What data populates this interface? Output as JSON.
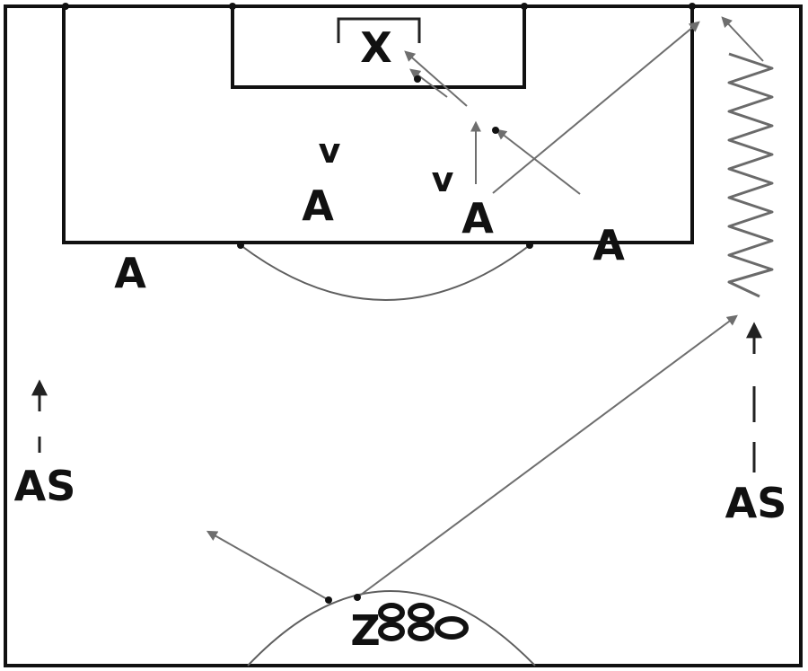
{
  "players": {
    "a_left": "A",
    "a_center": "A",
    "a_goal": "A",
    "a_right": "A",
    "as_left": "AS",
    "as_right": "AS",
    "v_left": "v",
    "v_goal": "v",
    "x": "X",
    "z": "Z"
  },
  "colors": {
    "background": "#ffffff",
    "line": "#111111",
    "arrow": "#6e6e6e"
  }
}
